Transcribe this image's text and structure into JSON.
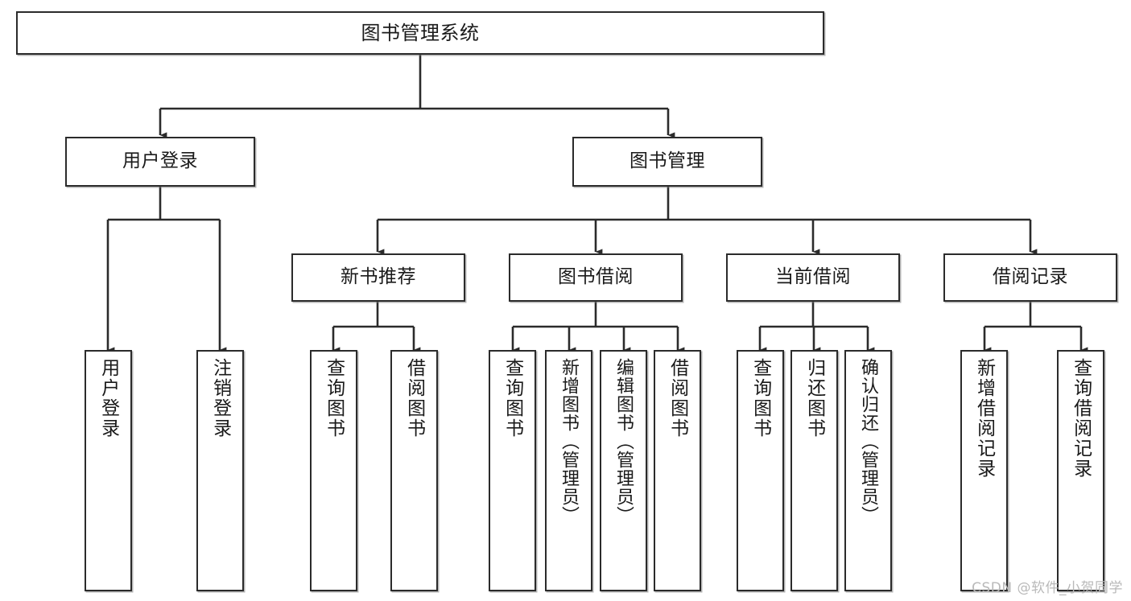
{
  "diagram": {
    "title": "图书管理系统",
    "type": "tree-hierarchy-chart",
    "colors": {
      "box_border": "#2b2b2b",
      "box_fill": "#ffffff",
      "connector": "#2b2b2b",
      "text": "#1a1a1a",
      "watermark": "#b9b9b9",
      "background": "#ffffff"
    },
    "root": {
      "label": "图书管理系统"
    },
    "level2": [
      {
        "label": "用户登录"
      },
      {
        "label": "图书管理"
      }
    ],
    "level3": [
      {
        "label": "新书推荐"
      },
      {
        "label": "图书借阅"
      },
      {
        "label": "当前借阅"
      },
      {
        "label": "借阅记录"
      }
    ],
    "leaves": {
      "user_login": [
        {
          "label": "用户登录"
        },
        {
          "label": "注销登录"
        }
      ],
      "new_book_recommend": [
        {
          "label": "查询图书"
        },
        {
          "label": "借阅图书"
        }
      ],
      "book_borrow": [
        {
          "label": "查询图书"
        },
        {
          "label": "新增图书（管理员）"
        },
        {
          "label": "编辑图书（管理员）"
        },
        {
          "label": "借阅图书"
        }
      ],
      "current_borrow": [
        {
          "label": "查询图书"
        },
        {
          "label": "归还图书"
        },
        {
          "label": "确认归还（管理员）"
        }
      ],
      "borrow_record": [
        {
          "label": "新增借阅记录"
        },
        {
          "label": "查询借阅记录"
        }
      ]
    },
    "watermark": "CSDN @软件_小贺同学"
  }
}
